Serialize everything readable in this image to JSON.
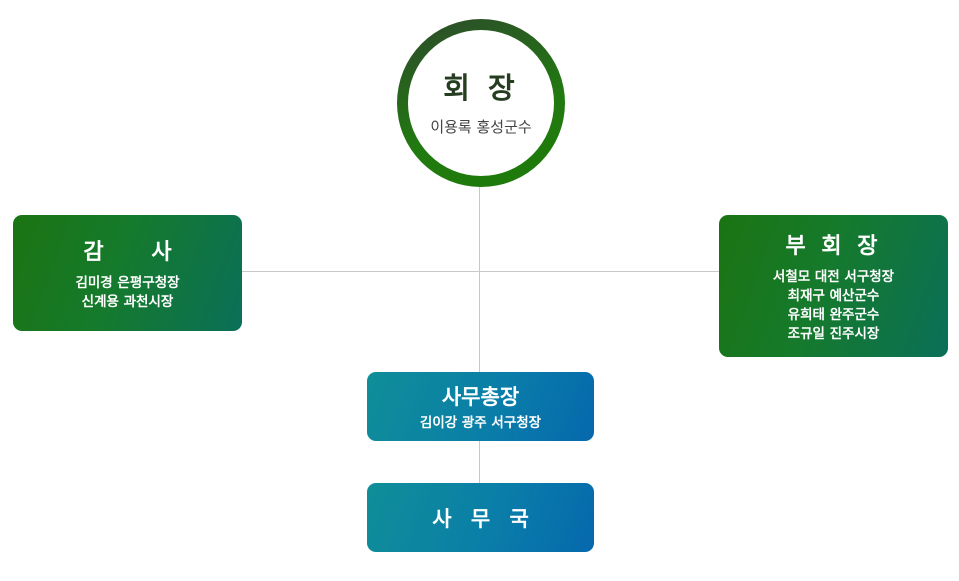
{
  "chairman": {
    "title": "회 장",
    "name": "이용록 홍성군수"
  },
  "auditor": {
    "title": "감 사",
    "members": [
      "김미경 은평구청장",
      "신계용 과천시장"
    ]
  },
  "vice_chairman": {
    "title": "부 회 장",
    "members": [
      "서철모 대전 서구청장",
      "최재구 예산군수",
      "유희태 완주군수",
      "조규일 진주시장"
    ]
  },
  "secretary_general": {
    "title": "사무총장",
    "members": [
      "김이강 광주 서구청장"
    ]
  },
  "secretariat": {
    "title": "사 무 국"
  },
  "colors": {
    "green_start": "#1b7412",
    "green_end": "#0a6f58",
    "teal_start": "#0f8e98",
    "teal_end": "#0668ad",
    "connector": "#c8c8c8"
  }
}
